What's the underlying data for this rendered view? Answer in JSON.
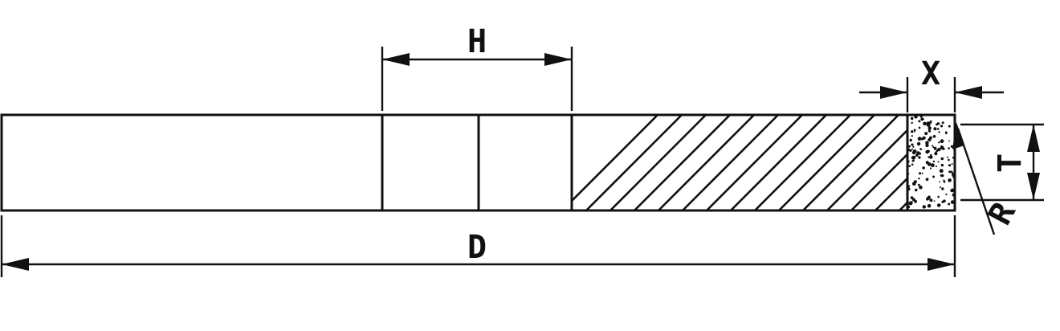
{
  "labels": {
    "h": "H",
    "d": "D",
    "x": "X",
    "t": "T",
    "r": "R"
  },
  "colors": {
    "line": "#111111",
    "background": "#ffffff"
  }
}
